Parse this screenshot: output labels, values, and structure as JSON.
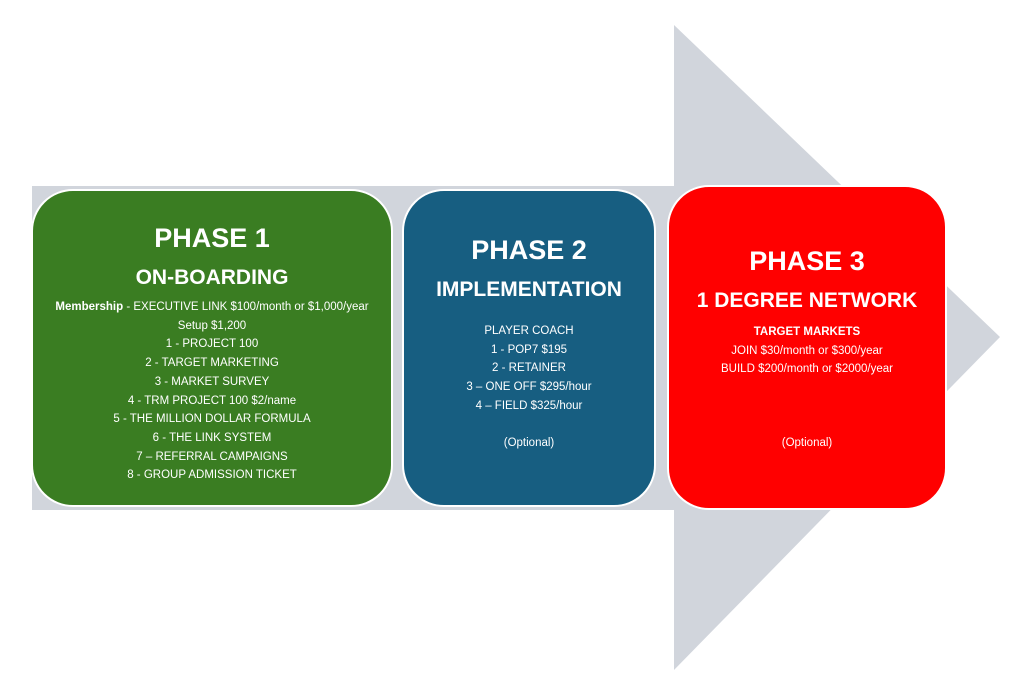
{
  "colors": {
    "arrow": "#d1d5dc",
    "phase1": "#3a7d22",
    "phase2": "#175e81",
    "phase3": "#ff0000"
  },
  "phase1": {
    "title": "PHASE 1",
    "subtitle": "ON-BOARDING",
    "membership_bold": "Membership",
    "membership_rest": " - EXECUTIVE LINK $100/month or $1,000/year",
    "items": [
      "Setup $1,200",
      "1 - PROJECT 100",
      "2 - TARGET MARKETING",
      "3 - MARKET SURVEY",
      "4 - TRM PROJECT 100 $2/name",
      "5 - THE MILLION DOLLAR FORMULA",
      "6 - THE LINK SYSTEM",
      "7 – REFERRAL CAMPAIGNS",
      "8 - GROUP ADMISSION TICKET"
    ]
  },
  "phase2": {
    "title": "PHASE 2",
    "subtitle": "IMPLEMENTATION",
    "items": [
      "PLAYER COACH",
      "1 - POP7 $195",
      "2 - RETAINER",
      "3 – ONE OFF $295/hour",
      "4 – FIELD $325/hour"
    ],
    "note": "(Optional)"
  },
  "phase3": {
    "title": "PHASE 3",
    "subtitle": "1 DEGREE NETWORK",
    "heading": "TARGET MARKETS",
    "items": [
      "JOIN $30/month or $300/year",
      "BUILD $200/month or $2000/year"
    ],
    "note": "(Optional)"
  }
}
